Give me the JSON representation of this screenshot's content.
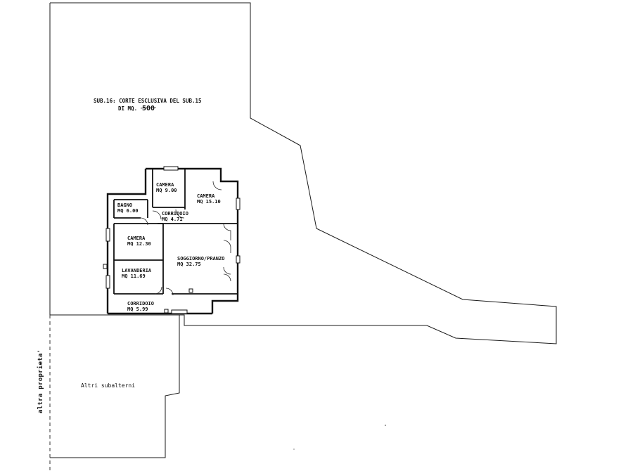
{
  "court": {
    "title": "SUB.16: CORTE ESCLUSIVA DEL SUB.15",
    "area_label": "DI MQ.",
    "area_value": "500"
  },
  "rooms": [
    {
      "name": "CAMERA",
      "area": "MQ  9.00"
    },
    {
      "name": "CAMERA",
      "area": "MQ  15.10"
    },
    {
      "name": "BAGNO",
      "area": "MQ  6.00"
    },
    {
      "name": "CORRIDOIO",
      "area": "MQ  4.71"
    },
    {
      "name": "CAMERA",
      "area": "MQ  12.30"
    },
    {
      "name": "SOGGIORNO/PRANZO",
      "area": "MQ  32.75"
    },
    {
      "name": "LAVANDERIA",
      "area": "MQ  11.69"
    },
    {
      "name": "CORRIDOIO",
      "area": "MQ  5.99"
    }
  ],
  "other_units": "Altri subalterni",
  "neighbour_property": "altra proprieta'"
}
